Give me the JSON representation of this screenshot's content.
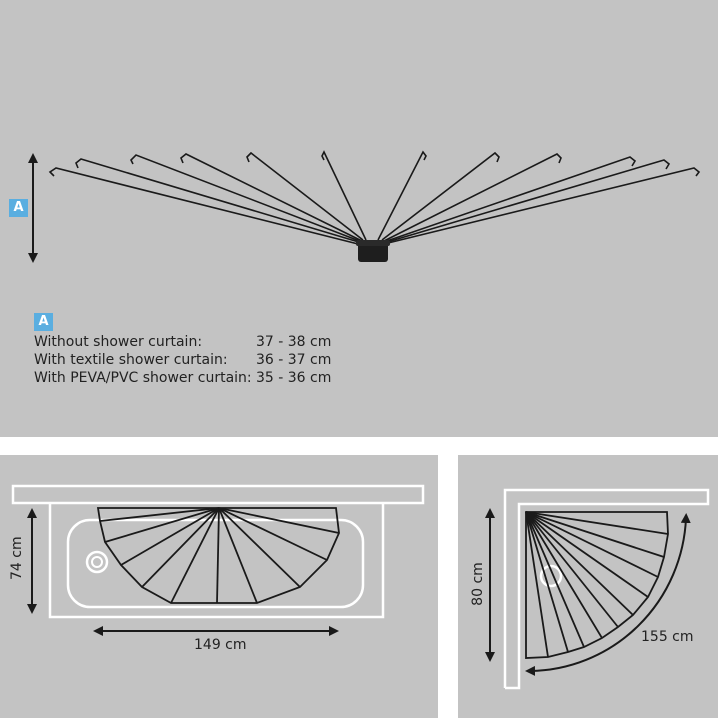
{
  "top_panel": {
    "dimension_badge": "A",
    "legend_badge": "A",
    "specs": [
      {
        "label": "Without shower curtain:",
        "value": "37 - 38 cm"
      },
      {
        "label": "With textile shower curtain:",
        "value": "36 - 37 cm"
      },
      {
        "label": "With PEVA/PVC shower curtain:",
        "value": "35 - 36 cm"
      }
    ]
  },
  "bathtub_panel": {
    "height_label": "74 cm",
    "width_label": "149 cm"
  },
  "corner_panel": {
    "height_label": "80 cm",
    "arc_label": "155 cm"
  },
  "colors": {
    "panel_bg": "#c3c3c3",
    "badge": "#5aaee0",
    "outline": "#ffffff",
    "line": "#1a1a1a"
  }
}
